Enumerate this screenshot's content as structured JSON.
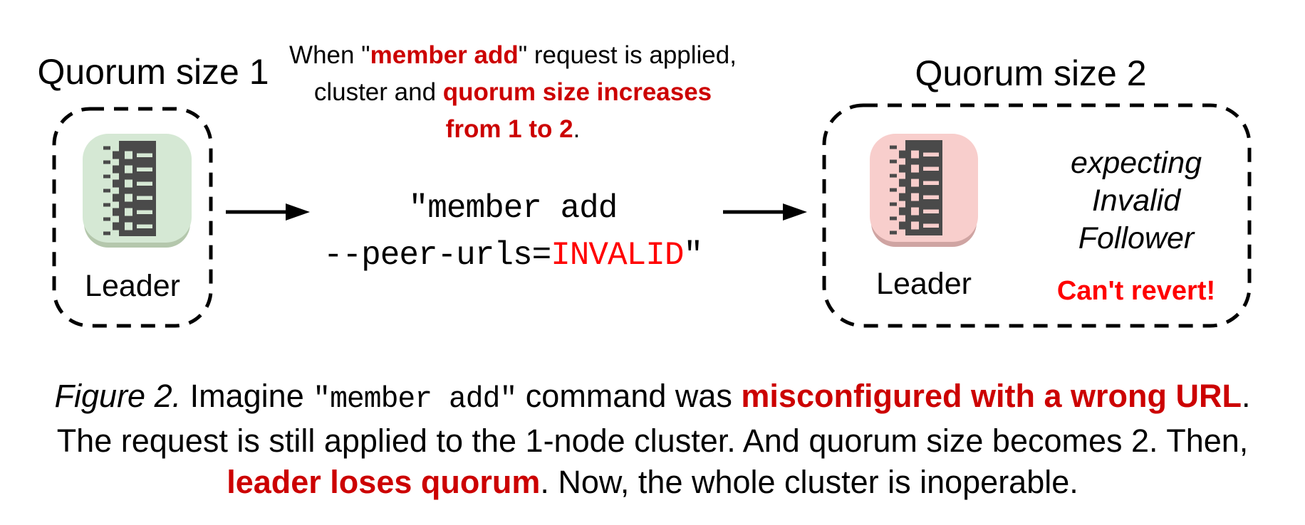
{
  "left_cluster": {
    "title": "Quorum size 1",
    "node_label": "Leader"
  },
  "right_cluster": {
    "title": "Quorum size 2",
    "node_label": "Leader",
    "expecting_lines": [
      "expecting",
      "Invalid",
      "Follower"
    ],
    "warning": "Can't revert!"
  },
  "annotation": {
    "l1": [
      {
        "t": "When \""
      },
      {
        "t": "member add"
      },
      {
        "t": "\" request is applied,"
      }
    ],
    "l2": [
      {
        "t": "cluster and "
      },
      {
        "t": "quorum size increases"
      }
    ],
    "l3": [
      {
        "t": "from 1 to 2"
      },
      {
        "t": "."
      }
    ]
  },
  "command": {
    "l1": "\"member add",
    "l2": [
      {
        "t": "--peer-urls="
      },
      {
        "t": "INVALID"
      },
      {
        "t": "\""
      }
    ]
  },
  "caption": {
    "l1": [
      {
        "t": "Figure 2."
      },
      {
        "t": " Imagine "
      },
      {
        "t": "\"member add\""
      },
      {
        "t": " command was "
      },
      {
        "t": "misconfigured with a wrong URL"
      },
      {
        "t": "."
      }
    ],
    "l2": "The request is still applied to the 1-node cluster. And quorum size becomes 2. Then,",
    "l3": [
      {
        "t": "leader loses quorum"
      },
      {
        "t": ". Now, the whole cluster is inoperable."
      }
    ]
  },
  "icons": {
    "node": "ledger-list-icon",
    "arrow": "arrow-right-icon"
  },
  "colors": {
    "red_dark": "#cc0000",
    "red_bright": "#ff0000",
    "green_fill": "#d5e8d4",
    "green_shadow": "#b4c7ac",
    "pink_fill": "#f8cecc",
    "pink_shadow": "#cfa4a2",
    "glyph_gray": "#4a4a4a"
  }
}
